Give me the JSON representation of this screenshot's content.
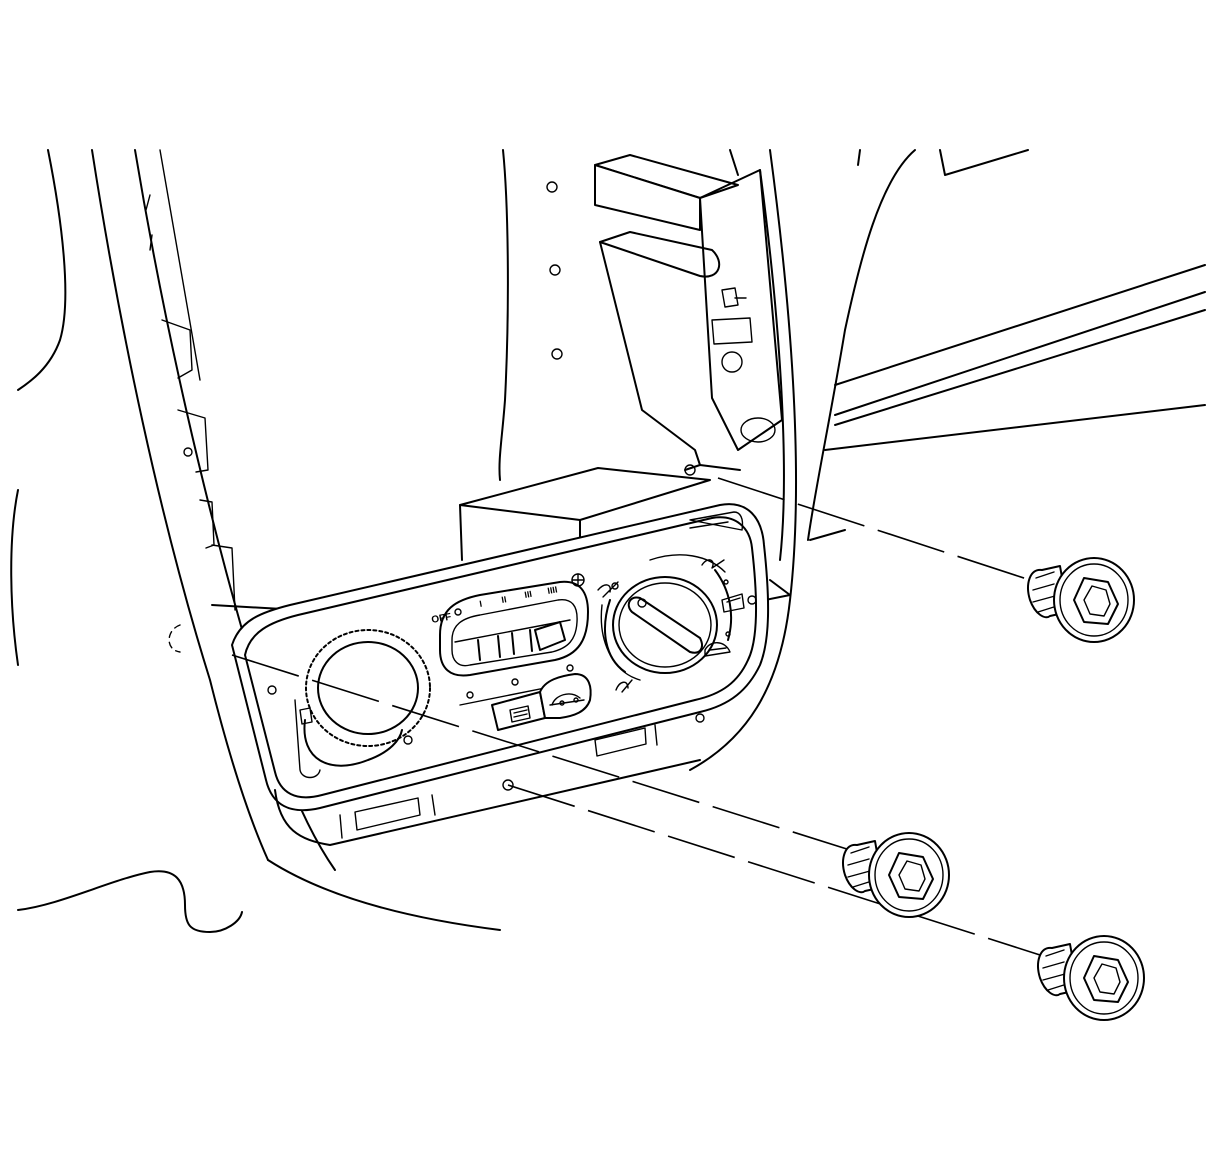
{
  "panel_labels": {
    "off": "OFF",
    "fan_1": "I",
    "fan_2": "II",
    "fan_3": "III",
    "fan_4": "IIII"
  },
  "icons": [
    "fan-icon",
    "face-vent-icon",
    "floor-vent-icon",
    "defrost-icon",
    "floor-defrost-icon",
    "bi-level-vent-icon",
    "rear-defrost-icon",
    "recirculation-icon"
  ],
  "fasteners": [
    "bolt-upper",
    "bolt-middle",
    "bolt-lower"
  ],
  "colors": {
    "line": "#000000",
    "background": "#ffffff"
  }
}
